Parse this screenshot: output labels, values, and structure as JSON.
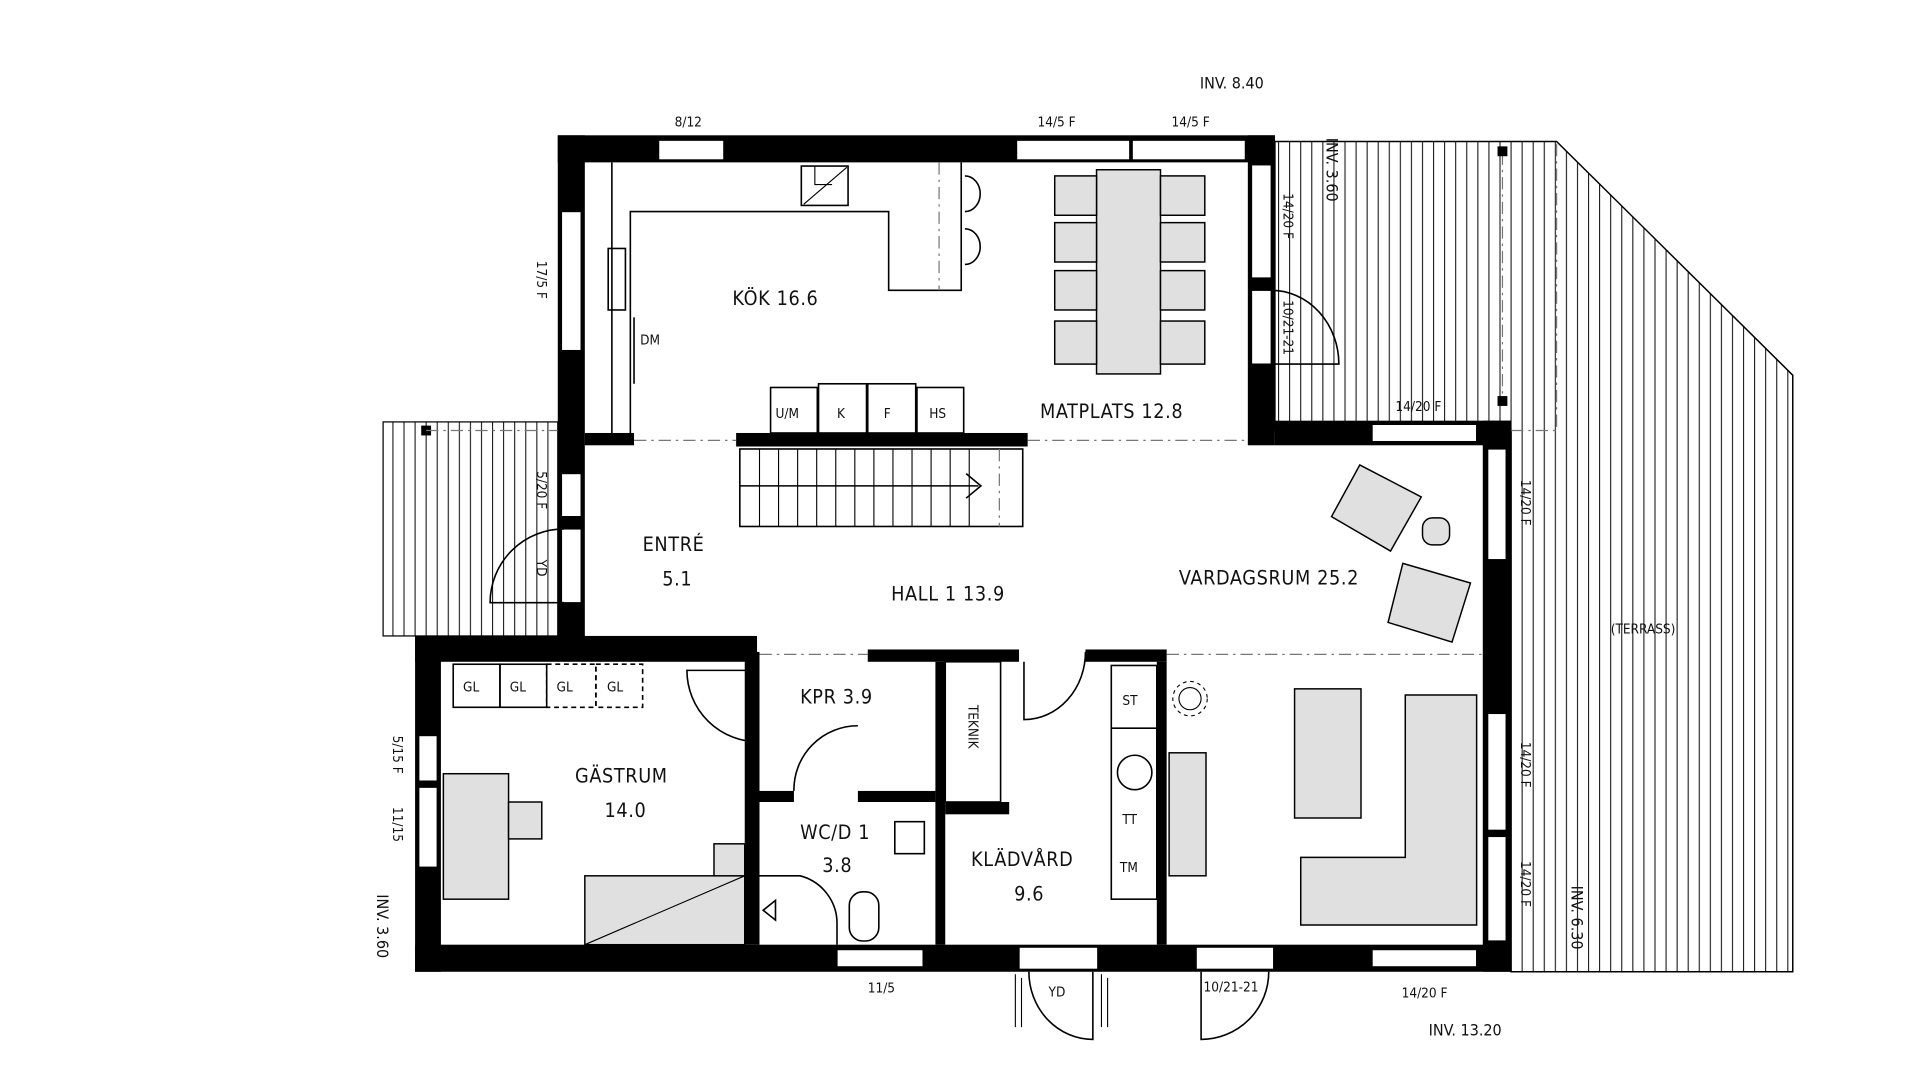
{
  "rooms": {
    "kok": "KÖK 16.6",
    "matplats": "MATPLATS 12.8",
    "entre_name": "ENTRÉ",
    "entre_area": "5.1",
    "hall": "HALL 1 13.9",
    "vardagsrum": "VARDAGSRUM 25.2",
    "kpr": "KPR 3.9",
    "gastrum_name": "GÄSTRUM",
    "gastrum_area": "14.0",
    "wc_name": "WC/D 1",
    "wc_area": "3.8",
    "kladvard_name": "KLÄDVÅRD",
    "kladvard_area": "9.6",
    "teknik": "TEKNIK",
    "terrass": "(TERRASS)"
  },
  "appliances": {
    "dm": "DM",
    "um": "U/M",
    "k": "K",
    "f": "F",
    "hs": "HS",
    "gl": [
      "GL",
      "GL",
      "GL",
      "GL"
    ],
    "st": "ST",
    "tt": "TT",
    "tm": "TM"
  },
  "openings": {
    "top_8_12": "8/12",
    "top_14_5_a": "14/5 F",
    "top_14_5_b": "14/5 F",
    "left_17_5": "17/5 F",
    "left_5_20": "5/20 F",
    "left_yd": "YD",
    "left_5_15": "5/15 F",
    "left_11_15": "11/15",
    "kitchen_right_14_20": "14/20 F",
    "kitchen_right_door": "10/21-21",
    "living_top_14_20": "14/20 F",
    "living_right_1": "14/20 F",
    "living_right_2": "14/20 F",
    "living_right_3": "14/20 F",
    "bottom_11_5": "11/5",
    "bottom_yd": "YD",
    "bottom_door": "10/21-21",
    "bottom_14_20": "14/20 F"
  },
  "levels": {
    "inv_top": "INV. 8.40",
    "inv_terrace_top": "INV. 3.60",
    "inv_left": "INV. 3.60",
    "inv_right": "INV. 6.30",
    "inv_bottom": "INV. 13.20"
  }
}
